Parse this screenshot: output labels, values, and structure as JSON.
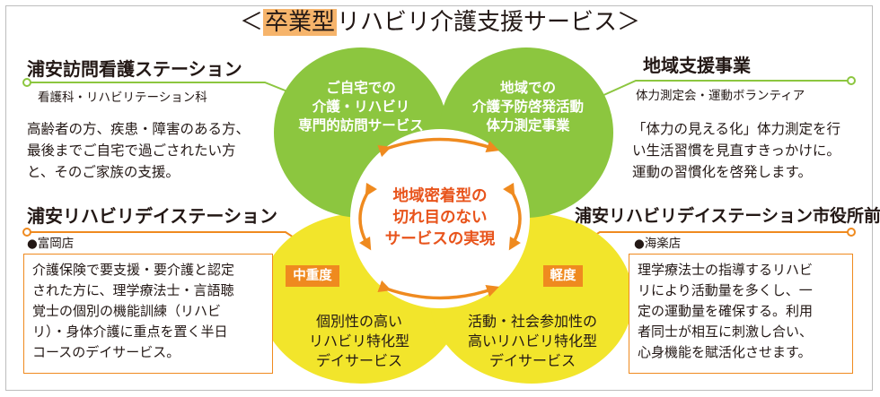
{
  "title": {
    "prefix": "＜",
    "highlight": "卒業型",
    "rest": "リハビリ介護支援サービス＞"
  },
  "top_left": {
    "heading": "浦安訪問看護ステーション",
    "sub": "看護科・リハビリテーション科",
    "lines": [
      "高齢者の方、疾患・障害のある方、",
      "最後までご自宅で過ごされたい方",
      "と、そのご家族の支援。"
    ]
  },
  "top_right": {
    "heading": "地域支援事業",
    "sub": "体力測定会・運動ボランティア",
    "lines": [
      "「体力の見える化」体力測定を行",
      "い生活習慣を見直すきっかけに。",
      "運動の習慣化を啓発します。"
    ]
  },
  "bottom_left": {
    "heading": "浦安リハビリデイステーション",
    "branch": "●富岡店",
    "lines": [
      "介護保険で要支援・要介護と認定",
      "された方に、理学療法士・言語聴",
      "覚士の個別の機能訓練（リハビ",
      "リ）・身体介護に重点を置く半日",
      "コースのデイサービス。"
    ]
  },
  "bottom_right": {
    "heading": "浦安リハビリデイステーション市役所前",
    "branch": "●海楽店",
    "lines": [
      "理学療法士の指導するリハビ",
      "リにより活動量を多くし、一",
      "定の運動量を確保する。利用",
      "者同士が相互に刺激し合い、",
      "心身機能を賦活化させます。"
    ]
  },
  "circles": {
    "top_left": [
      "ご自宅での",
      "介護・リハビリ",
      "専門的訪問サービス"
    ],
    "top_right": [
      "地域での",
      "介護予防啓発活動",
      "体力測定事業"
    ],
    "bottom_left": [
      "個別性の高い",
      "リハビリ特化型",
      "デイサービス"
    ],
    "bottom_right": [
      "活動・社会参加性の",
      "高いリハビリ特化型",
      "デイサービス"
    ],
    "center": [
      "地域密着型の",
      "切れ目のない",
      "サービスの実現"
    ]
  },
  "tags": {
    "left": "中重度",
    "right": "軽度"
  },
  "colors": {
    "green": "#8cc63f",
    "yellow": "#f2e52b",
    "orange": "#ef8a1f",
    "center_text": "#e8541c"
  }
}
